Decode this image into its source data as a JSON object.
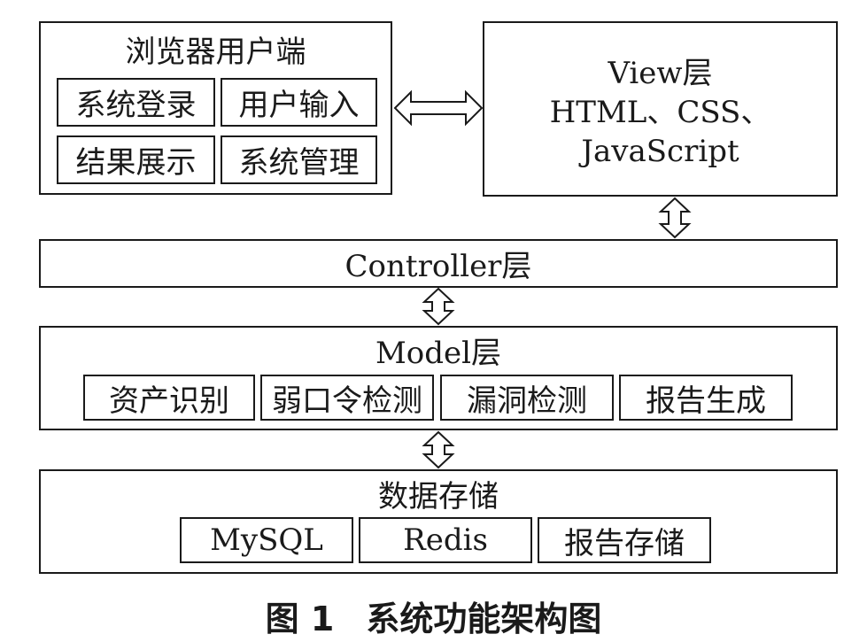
{
  "browser": {
    "title": "浏览器用户端",
    "items": [
      "系统登录",
      "用户输入",
      "结果展示",
      "系统管理"
    ]
  },
  "view": {
    "line1": "View层",
    "line2": "HTML、CSS、",
    "line3": "JavaScript"
  },
  "controller": {
    "title": "Controller层"
  },
  "model": {
    "title": "Model层",
    "items": [
      "资产识别",
      "弱口令检测",
      "漏洞检测",
      "报告生成"
    ]
  },
  "storage": {
    "title": "数据存储",
    "items": [
      "MySQL",
      "Redis",
      "报告存储"
    ]
  },
  "caption": {
    "figure": "图 1",
    "text": "系统功能架构图"
  }
}
